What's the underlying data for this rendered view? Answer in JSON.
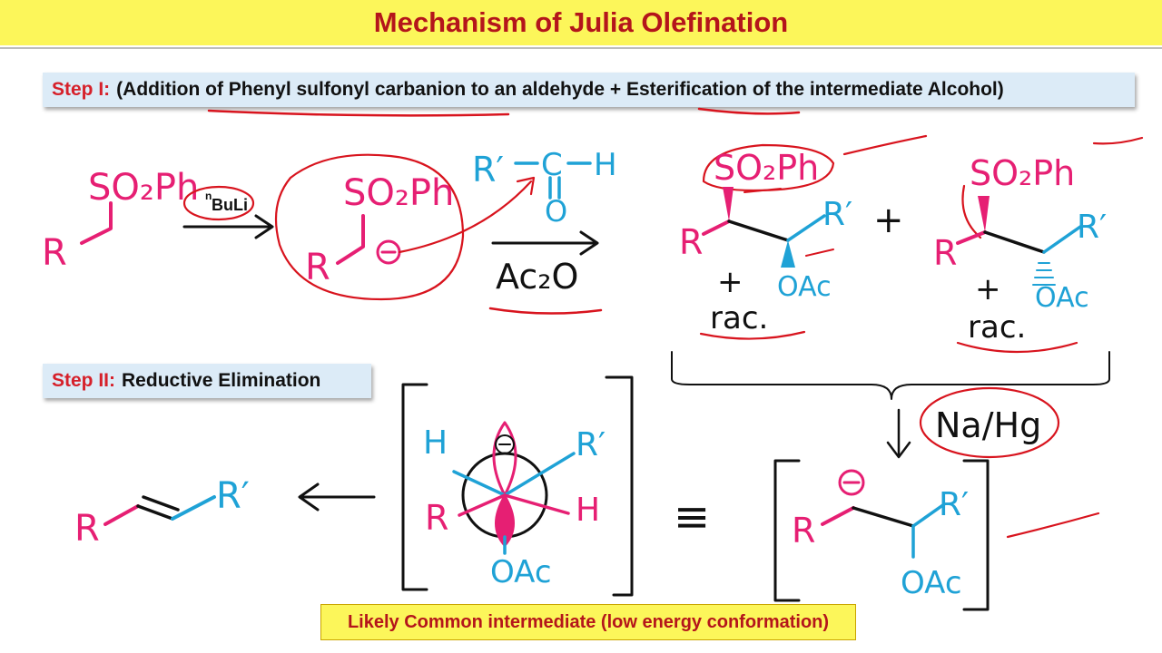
{
  "title": "Mechanism of Julia Olefination",
  "step1": {
    "label": "Step I:",
    "text": "(Addition of Phenyl sulfonyl carbanion to an aldehyde + Esterification of the intermediate Alcohol)"
  },
  "step2": {
    "label": "Step II:",
    "text": "Reductive Elimination"
  },
  "note": "Likely Common intermediate (low energy conformation)",
  "labels": {
    "r": "R",
    "r_prime": "R′",
    "so2ph": "SO₂Ph",
    "h": "H",
    "c": "C",
    "o": "O",
    "buli_sup": "n",
    "buli": "BuLi",
    "ac2o": "Ac₂O",
    "oac": "OAc",
    "rac": "rac.",
    "plus": "+",
    "nahg": "Na/Hg",
    "equiv": "≡",
    "minus": "−"
  },
  "colors": {
    "title_bg": "#fcf65a",
    "title_text": "#b4151b",
    "step_bg": "#dcebf7",
    "step_label": "#d6202a",
    "pink": "#e61f73",
    "blue": "#1fa2d6",
    "red_ink": "#d8141e",
    "black": "#111111"
  }
}
